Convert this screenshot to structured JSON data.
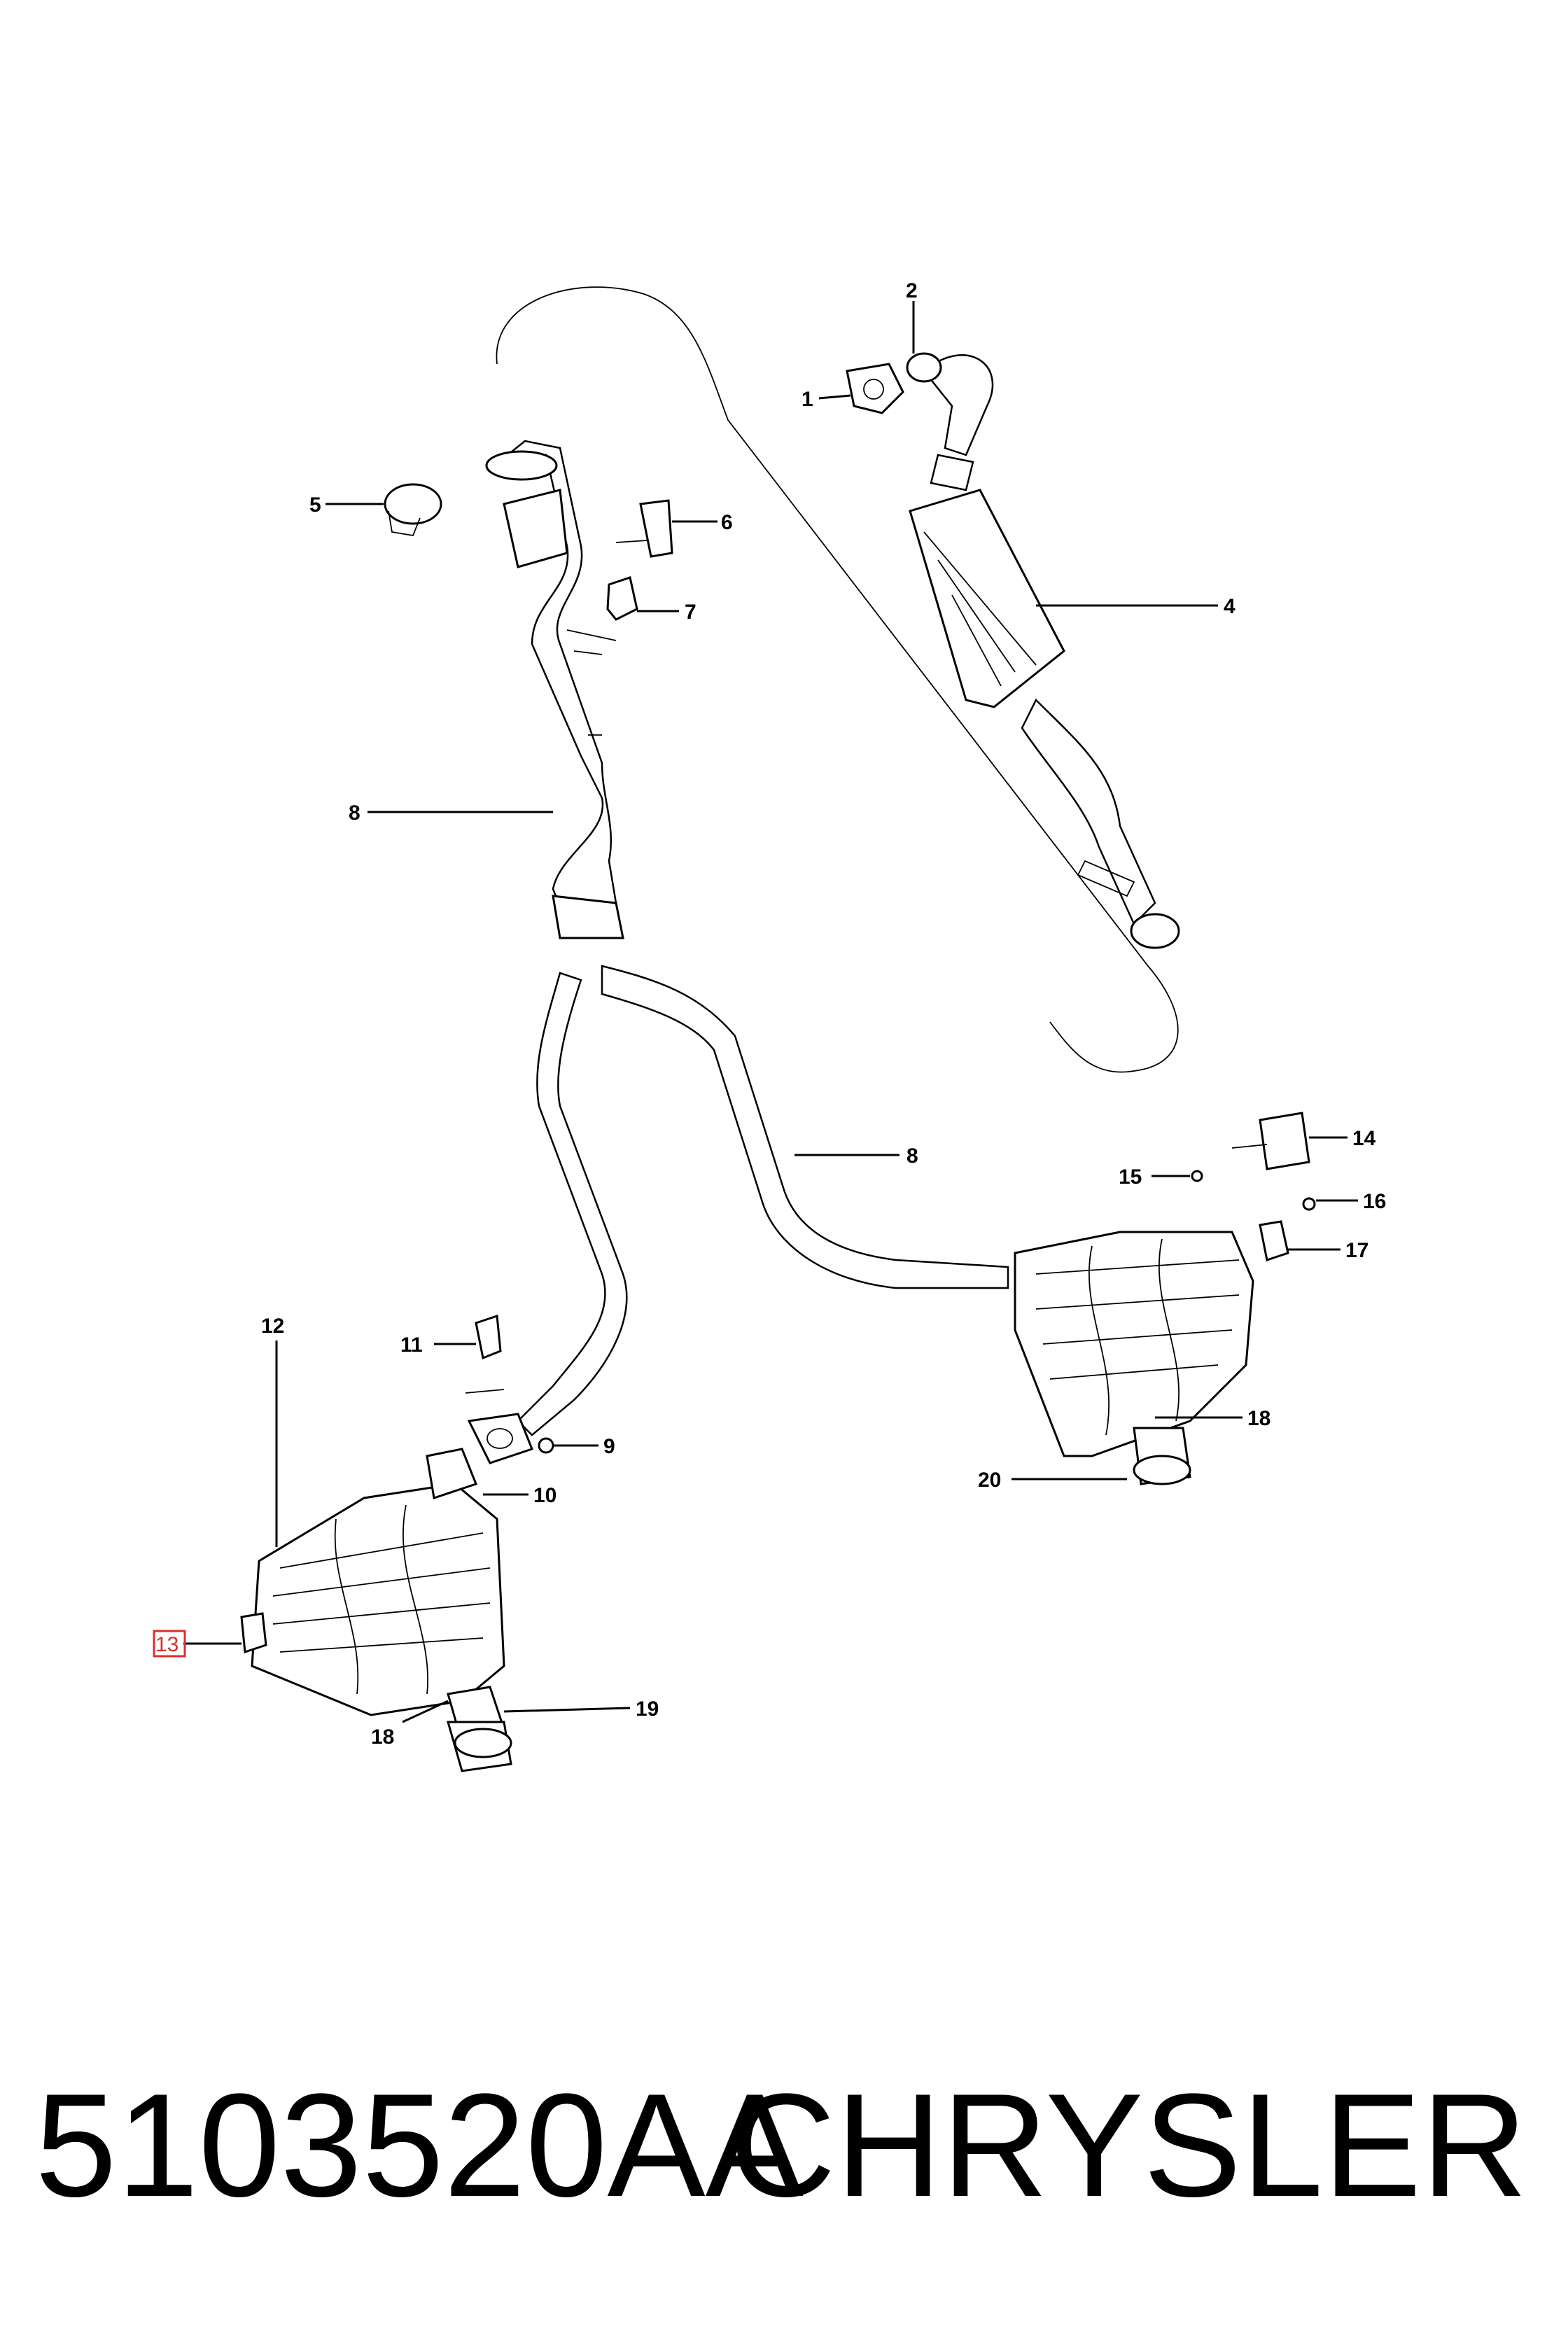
{
  "callouts": [
    "1",
    "2",
    "4",
    "5",
    "6",
    "7",
    "8",
    "8",
    "9",
    "10",
    "11",
    "12",
    "13",
    "14",
    "15",
    "16",
    "17",
    "18",
    "18",
    "19",
    "20"
  ],
  "highlighted_callout": "13",
  "highlight_color": "#d9302c",
  "footer": {
    "part_number": "5103520AA",
    "brand": "CHRYSLER"
  }
}
